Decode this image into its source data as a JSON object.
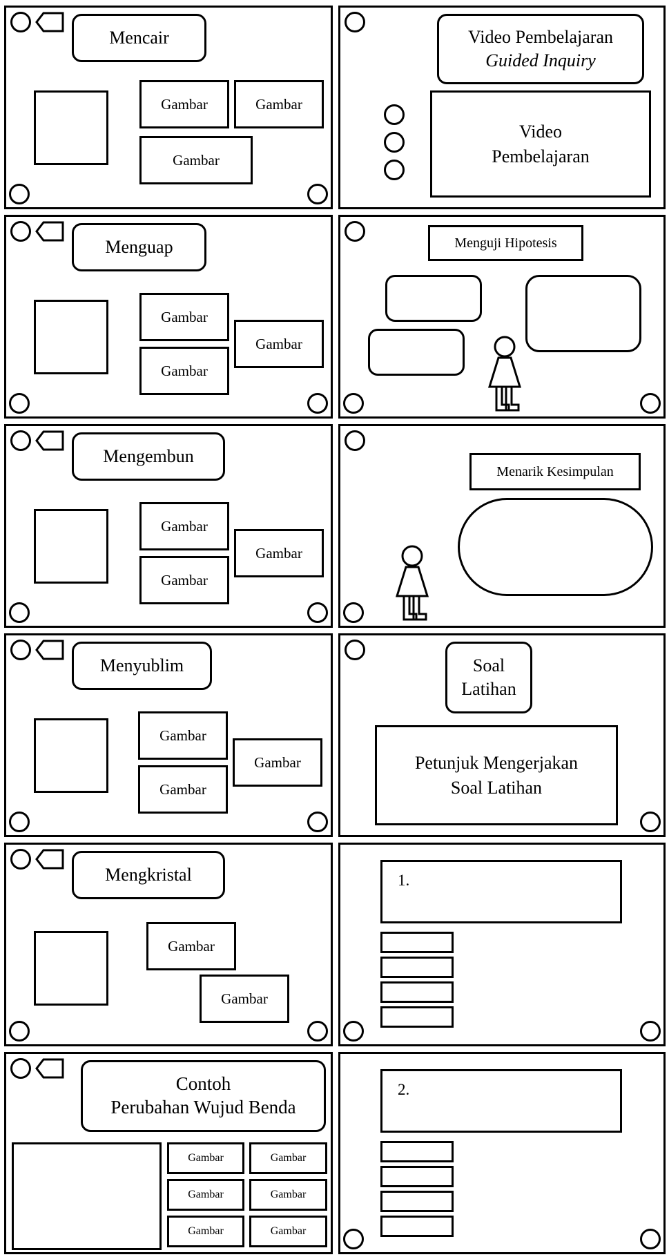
{
  "left_panels": [
    {
      "title": "Mencair",
      "images": [
        "Gambar",
        "Gambar",
        "Gambar"
      ]
    },
    {
      "title": "Menguap",
      "images": [
        "Gambar",
        "Gambar",
        "Gambar"
      ]
    },
    {
      "title": "Mengembun",
      "images": [
        "Gambar",
        "Gambar",
        "Gambar"
      ]
    },
    {
      "title": "Menyublim",
      "images": [
        "Gambar",
        "Gambar",
        "Gambar"
      ]
    },
    {
      "title": "Mengkristal",
      "images": [
        "Gambar",
        "Gambar"
      ]
    },
    {
      "title_line1": "Contoh",
      "title_line2": "Perubahan Wujud Benda",
      "images": [
        "Gambar",
        "Gambar",
        "Gambar",
        "Gambar",
        "Gambar",
        "Gambar"
      ]
    }
  ],
  "right_panels": [
    {
      "title_line1": "Video Pembelajaran",
      "title_line2": "Guided Inquiry",
      "video_line1": "Video",
      "video_line2": "Pembelajaran"
    },
    {
      "title": "Menguji Hipotesis"
    },
    {
      "title": "Menarik Kesimpulan"
    },
    {
      "title_line1": "Soal",
      "title_line2": "Latihan",
      "instr_line1": "Petunjuk Mengerjakan",
      "instr_line2": "Soal Latihan"
    },
    {
      "question": "1."
    },
    {
      "question": "2."
    }
  ]
}
